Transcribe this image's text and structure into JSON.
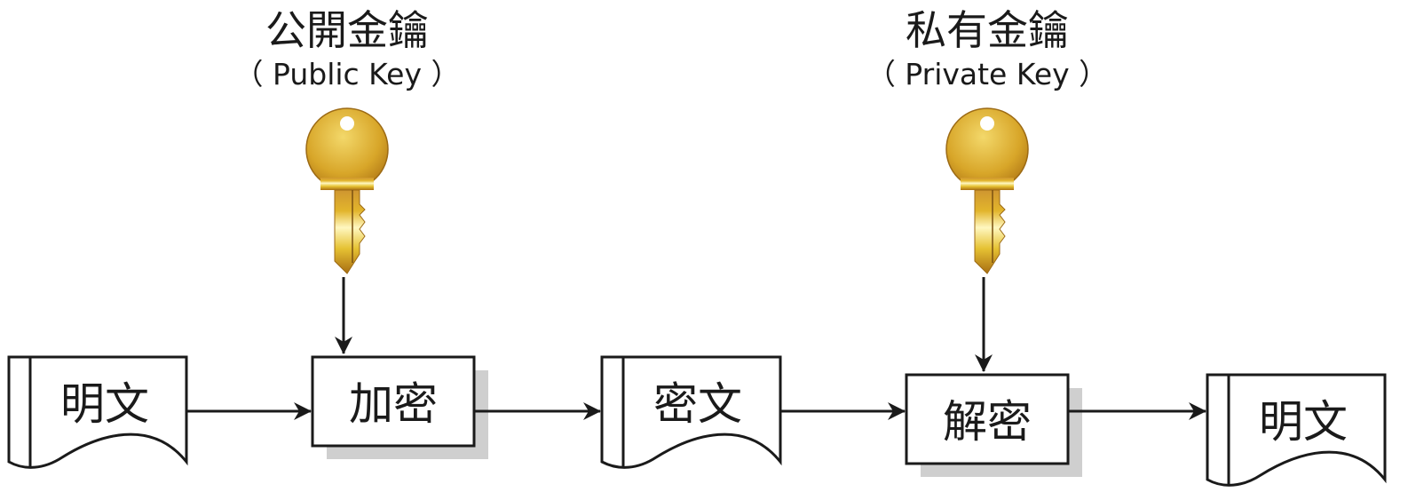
{
  "colors": {
    "stroke": "#1a1a1a",
    "shadow": "#cfcfcf",
    "key_gold_light": "#fff7c0",
    "key_gold_mid": "#e2b52c",
    "key_gold_dark": "#a86e12"
  },
  "public_key": {
    "title": "公開金鑰",
    "subtitle": "（ Public Key ）",
    "icon": "key-icon"
  },
  "private_key": {
    "title": "私有金鑰",
    "subtitle": "（ Private Key ）",
    "icon": "key-icon"
  },
  "nodes": {
    "plaintext_in": {
      "label": "明文",
      "shape": "document"
    },
    "encrypt": {
      "label": "加密",
      "shape": "process"
    },
    "ciphertext": {
      "label": "密文",
      "shape": "document"
    },
    "decrypt": {
      "label": "解密",
      "shape": "process"
    },
    "plaintext_out": {
      "label": "明文",
      "shape": "document"
    }
  }
}
